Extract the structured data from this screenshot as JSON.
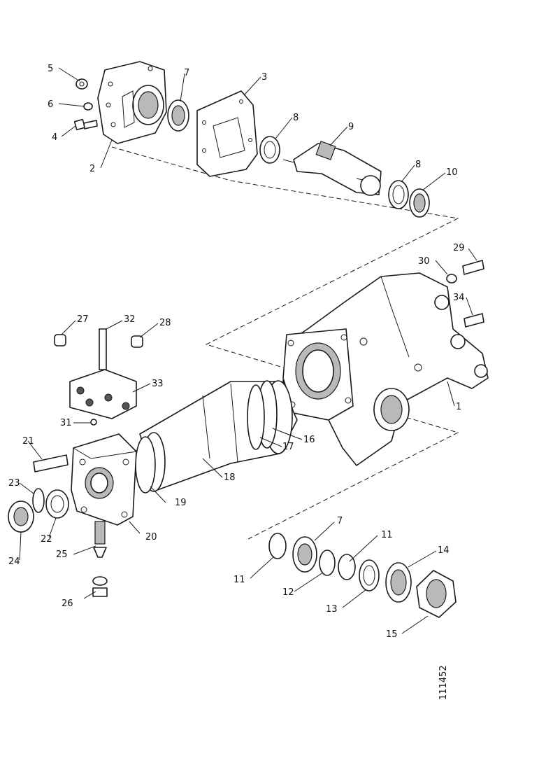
{
  "drawing_number": "111452",
  "labels": {
    "p1": "1",
    "p2": "2",
    "p3": "3",
    "p4": "4",
    "p5": "5",
    "p6": "6",
    "p7a": "7",
    "p7b": "7",
    "p8a": "8",
    "p8b": "8",
    "p9": "9",
    "p10": "10",
    "p11a": "11",
    "p11b": "11",
    "p12": "12",
    "p13": "13",
    "p14": "14",
    "p15": "15",
    "p16": "16",
    "p17": "17",
    "p18": "18",
    "p19": "19",
    "p20": "20",
    "p21": "21",
    "p22": "22",
    "p23": "23",
    "p24": "24",
    "p25": "25",
    "p26": "26",
    "p27": "27",
    "p28": "28",
    "p29": "29",
    "p30": "30",
    "p31": "31",
    "p32": "32",
    "p33": "33",
    "p34": "34"
  }
}
